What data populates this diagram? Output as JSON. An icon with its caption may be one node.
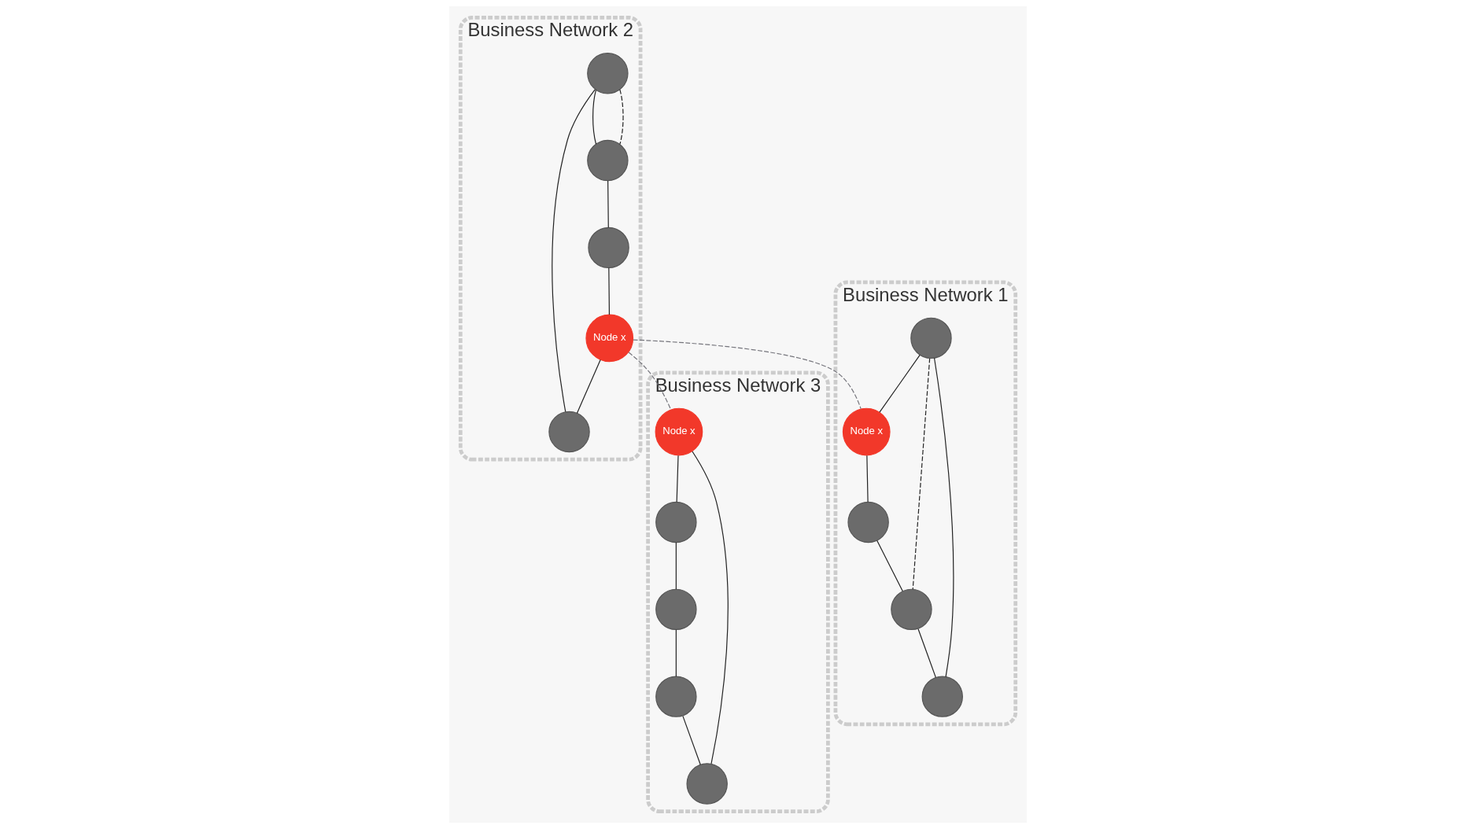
{
  "diagram": {
    "nodes": [
      {
        "text": [
          "Business Network 2"
        ]
      },
      {
        "text": [],
        "shape": "circle",
        "in": 0
      },
      {
        "text": [],
        "shape": "circle",
        "in": 0
      },
      {
        "text": [],
        "shape": "circle",
        "in": 0
      },
      {
        "text": [],
        "shape": "circle",
        "in": 0
      },
      {
        "text": [
          "Node x"
        ],
        "in": 0
      },
      {
        "text": [
          "Business Network 1"
        ]
      },
      {
        "text": [],
        "shape": "circle",
        "in": 6
      },
      {
        "text": [
          "Node x"
        ],
        "in": 6
      },
      {
        "text": [],
        "shape": "circle",
        "in": 6
      },
      {
        "text": [],
        "shape": "circle",
        "in": 6
      },
      {
        "text": [],
        "shape": "circle",
        "in": 6
      },
      {
        "text": [
          "Business Network 3"
        ]
      },
      {
        "text": [
          "Node x"
        ],
        "in": 12
      },
      {
        "text": [],
        "shape": "circle",
        "in": 12
      },
      {
        "text": [],
        "shape": "circle",
        "in": 12
      },
      {
        "text": [],
        "shape": "circle",
        "in": 12
      },
      {
        "text": [],
        "shape": "circle",
        "in": 12
      }
    ],
    "edges": [
      {
        "from": 1,
        "to": 2,
        "arrow": "none"
      },
      {
        "from": 2,
        "to": 4,
        "arrow": "none"
      },
      {
        "from": 4,
        "to": 5,
        "arrow": "none"
      },
      {
        "from": 5,
        "to": 3,
        "arrow": "none"
      },
      {
        "from": 3,
        "to": 1,
        "arrow": "none"
      },
      {
        "from": 1,
        "to": 2,
        "arrow": "none",
        "style": "dashed"
      },
      {
        "from": 7,
        "to": 8,
        "arrow": "none"
      },
      {
        "from": 8,
        "to": 10,
        "arrow": "none"
      },
      {
        "from": 10,
        "to": 11,
        "arrow": "none"
      },
      {
        "from": 11,
        "to": 9,
        "arrow": "none"
      },
      {
        "from": 9,
        "to": 7,
        "arrow": "none"
      },
      {
        "from": 7,
        "to": 11,
        "arrow": "none",
        "style": "dashed"
      },
      {
        "from": 13,
        "to": 14,
        "arrow": "none"
      },
      {
        "from": 14,
        "to": 16,
        "arrow": "none"
      },
      {
        "from": 16,
        "to": 17,
        "arrow": "none"
      },
      {
        "from": 17,
        "to": 15,
        "arrow": "none"
      },
      {
        "from": 15,
        "to": 13,
        "arrow": "none"
      },
      {
        "from": 5,
        "to": 8,
        "arrow": "none",
        "style": "dashed",
        "color": "#75757c"
      },
      {
        "from": 5,
        "to": 13,
        "arrow": "none",
        "style": "dashed",
        "color": "#75757c"
      }
    ]
  }
}
